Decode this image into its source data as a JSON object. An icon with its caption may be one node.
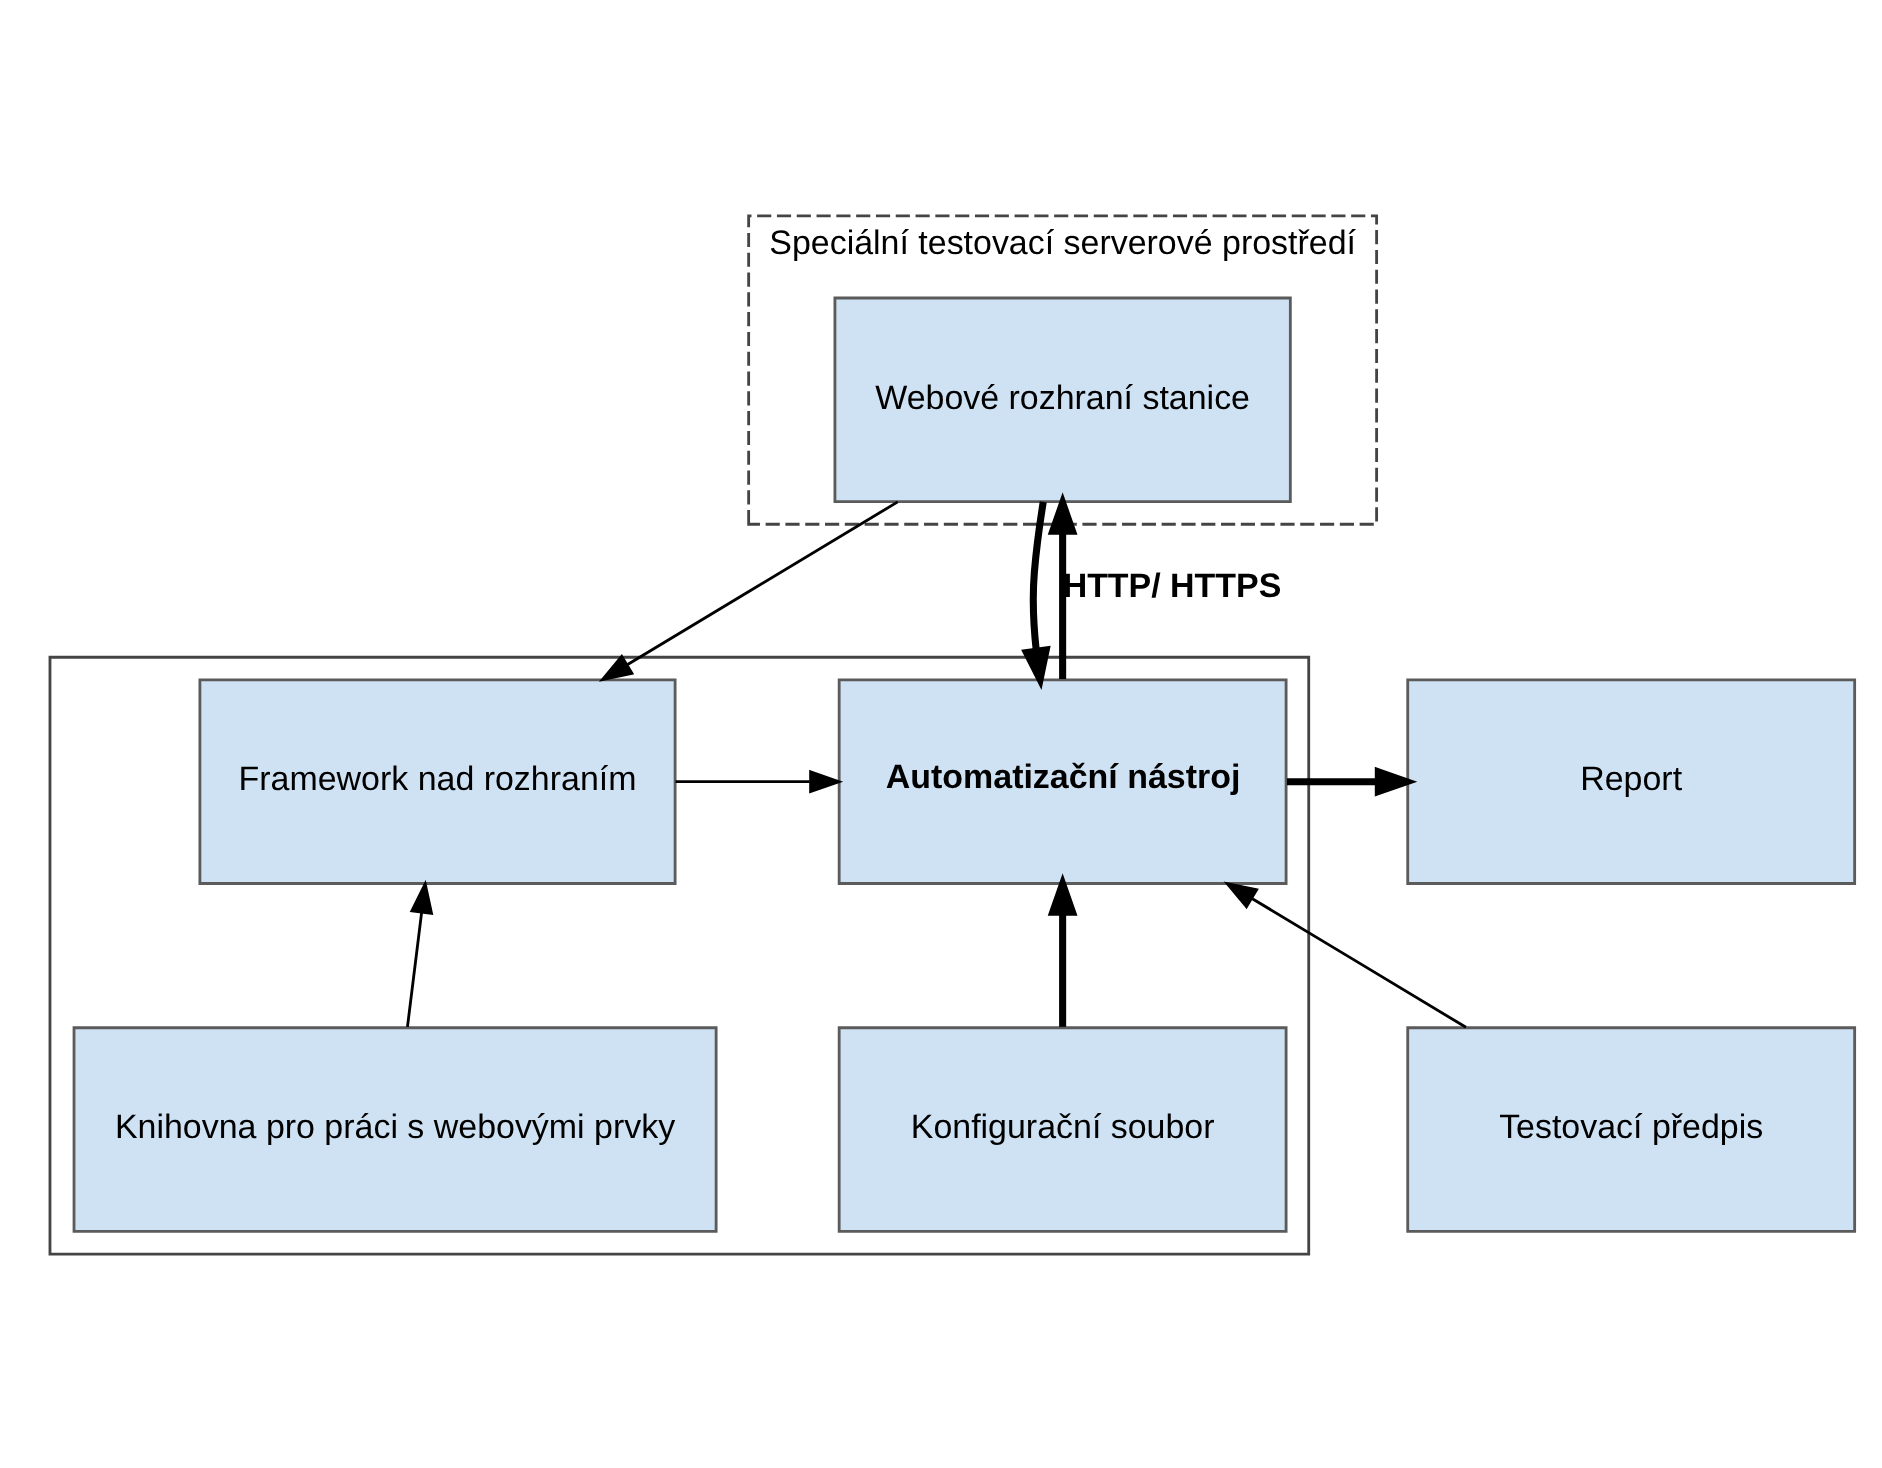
{
  "diagram": {
    "nodes": [
      {
        "text": [
          "Speciální testovací serverové prostředí"
        ]
      },
      {
        "text": [
          "Webové rozhraní stanice"
        ],
        "in": 0
      },
      {
        "text": [],
        "shape": "box"
      },
      {
        "text": [
          "Framework nad rozhraním"
        ],
        "in": 2
      },
      {
        "text": [
          "Automatizační nástroj"
        ],
        "in": 2
      },
      {
        "text": [
          "Knihovna pro práci s webovými prvky"
        ],
        "in": 2
      },
      {
        "text": [
          "Konfigurační soubor"
        ],
        "in": 2
      },
      {
        "text": [
          "Testovací předpis"
        ]
      },
      {
        "text": [
          "Report"
        ]
      }
    ],
    "edges": [
      {
        "from": 1,
        "to": 3,
        "arrow": "to"
      },
      {
        "from": 4,
        "to": 1,
        "arrow": "to",
        "style": "thick",
        "label": "HTTP/ HTTPS"
      },
      {
        "from": 1,
        "to": 4,
        "arrow": "to",
        "style": "thick"
      },
      {
        "from": 3,
        "to": 4,
        "arrow": "to"
      },
      {
        "from": 5,
        "to": 3,
        "arrow": "to"
      },
      {
        "from": 6,
        "to": 4,
        "arrow": "to",
        "style": "thick"
      },
      {
        "from": 7,
        "to": 4,
        "arrow": "to"
      },
      {
        "from": 4,
        "to": 8,
        "arrow": "to",
        "style": "thick"
      }
    ]
  }
}
